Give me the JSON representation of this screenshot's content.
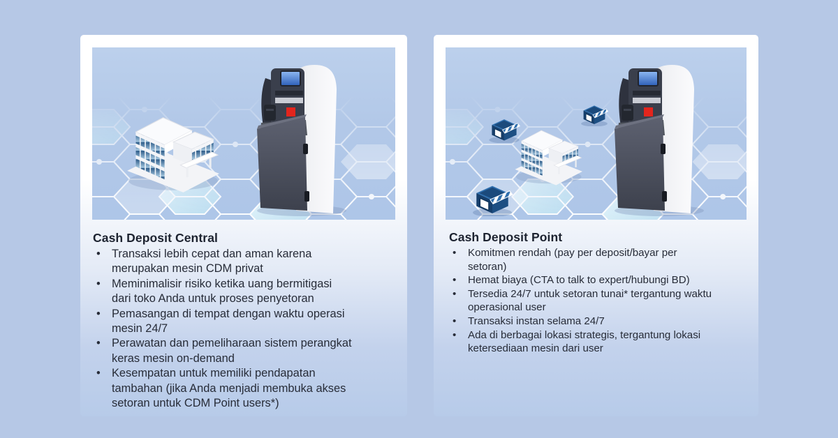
{
  "bullet_char": "•",
  "colors": {
    "page_background": "#b6c8e6",
    "card_top": "#ffffff",
    "card_bottom": "#b7cbe9",
    "illustration_background": "#b2c8e8",
    "hexagon_line": "#ffffff",
    "hexagon_fill": "#d9f0f8",
    "title_text": "#1d2330",
    "body_text": "#272c38",
    "machine_dark": "#474b58",
    "machine_panel": "#f2f2f5",
    "machine_screen_blue": "#4d82d8",
    "machine_button_red": "#e3251d",
    "shop_dark_blue": "#1d4f83",
    "shop_mid_blue": "#2f6fae"
  },
  "cards": [
    {
      "title": "Cash Deposit Central",
      "bullets": [
        "Transaksi lebih cepat dan aman karena\nmerupakan mesin CDM privat",
        "Meminimalisir  risiko ketika uang bermitigasi\ndari toko Anda untuk proses penyetoran",
        "Pemasangan di tempat dengan waktu operasi\nmesin 24/7",
        "Perawatan dan pemeliharaan sistem perangkat\nkeras mesin on-demand",
        "Kesempatan untuk memiliki pendapatan\ntambahan (jika Anda menjadi membuka akses\nsetoran untuk CDM Point users*)"
      ]
    },
    {
      "title": "Cash Deposit Point",
      "bullets": [
        "Komitmen rendah (pay per deposit/bayar per\nsetoran)",
        "Hemat biaya (CTA to talk to expert/hubungi BD)",
        "Tersedia 24/7 untuk setoran tunai* tergantung waktu\noperasional user",
        "Transaksi instan selama 24/7",
        "Ada di berbagai lokasi strategis, tergantung lokasi\nketersediaan mesin dari user"
      ]
    }
  ]
}
